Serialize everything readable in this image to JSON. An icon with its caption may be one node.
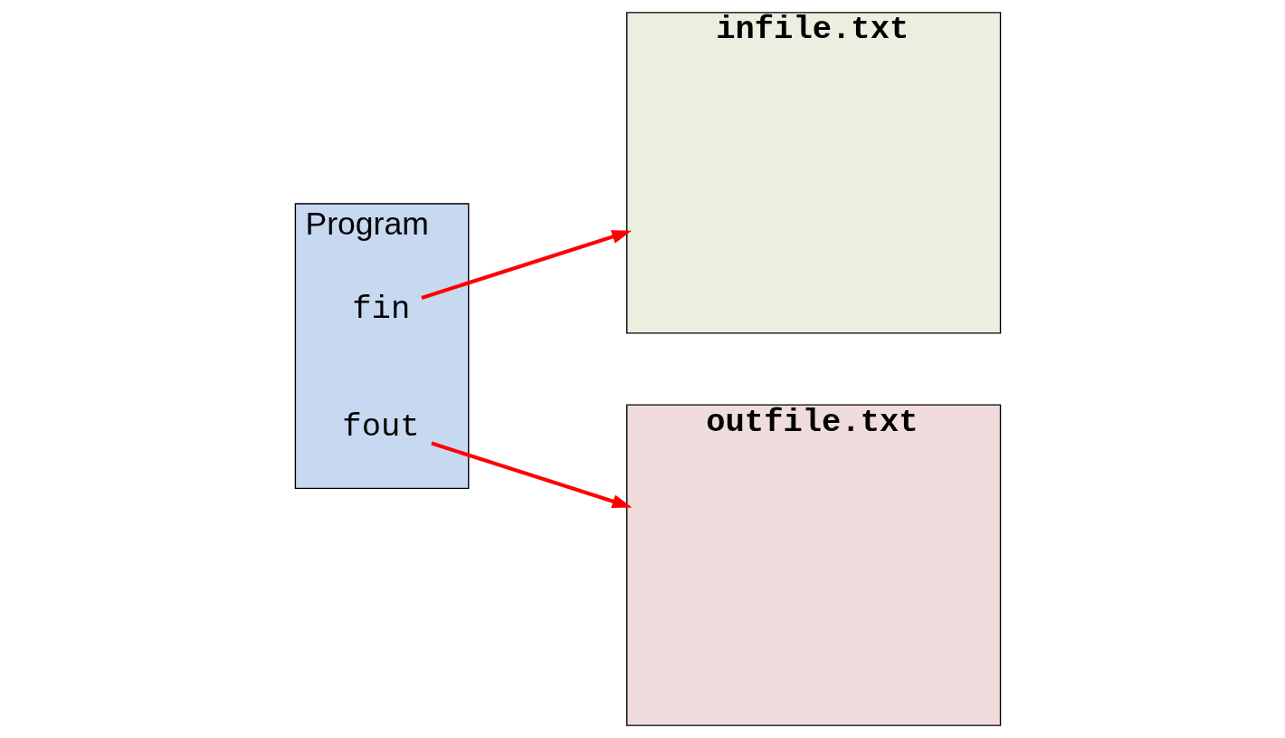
{
  "diagram": {
    "nodes": [
      {
        "text": [
          "Program"
        ]
      },
      {
        "text": [
          "fin"
        ],
        "in": 0
      },
      {
        "text": [
          "fout"
        ],
        "in": 0
      },
      {
        "text": [
          "infile.txt"
        ]
      },
      {
        "text": [
          "outfile.txt"
        ]
      }
    ],
    "edges": [
      {
        "from": 1,
        "to": 3,
        "arrow": "to"
      },
      {
        "from": 2,
        "to": 4,
        "arrow": "to"
      }
    ]
  }
}
